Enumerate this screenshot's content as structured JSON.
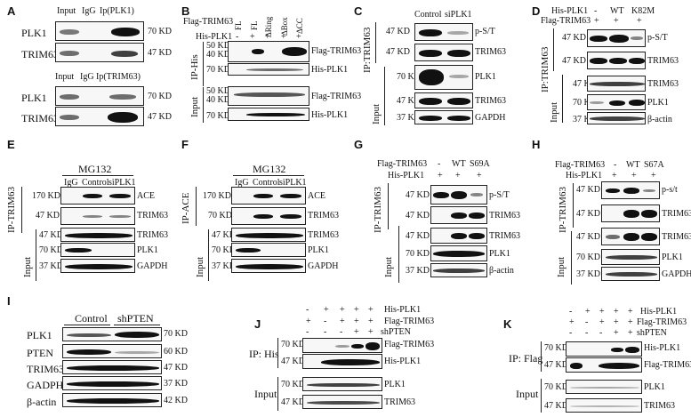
{
  "panels": {
    "A": {
      "letter": "A",
      "top_cols": [
        "Input",
        "IgG",
        "Ip(PLK1)"
      ],
      "bot_cols": [
        "Input",
        "IgG",
        "Ip(TRIM63)"
      ],
      "rows": [
        "PLK1",
        "TRIM63"
      ],
      "sizes": [
        "70 KD",
        "47 KD"
      ]
    },
    "B": {
      "letter": "B",
      "flag_label": "Flag-TRIM63",
      "his_label": "His-PLK1",
      "cols": [
        "FL",
        "FL",
        "ΔRing",
        "ΔBox",
        "ΔCC"
      ],
      "his_signs": [
        "-",
        "+",
        "+",
        "+",
        "+"
      ],
      "ip": "IP-His",
      "input": "Input",
      "m1": [
        "50 KD",
        "40 KD"
      ],
      "m2": "70 KD",
      "m3": [
        "50 KD",
        "40 KD"
      ],
      "m4": "70 KD",
      "r1": "Flag-TRIM63",
      "r2": "His-PLK1",
      "r3": "Flag-TRIM63",
      "r4": "His-PLK1"
    },
    "C": {
      "letter": "C",
      "cols": [
        "Control",
        "siPLK1"
      ],
      "ip": "IP:TRIM63",
      "input": "Input",
      "sizes": [
        "47 KD",
        "47 KD",
        "70 KD",
        "47 KD",
        "37 KD"
      ],
      "rows": [
        "p-S/T",
        "TRIM63",
        "PLK1",
        "TRIM63",
        "GAPDH"
      ]
    },
    "D": {
      "letter": "D",
      "his_label": "His-PLK1",
      "flag_label": "Flag-TRIM63",
      "his_cols": [
        "-",
        "WT",
        "K82M"
      ],
      "flag_signs": [
        "+",
        "+",
        "+"
      ],
      "ip": "IP:TRIM63",
      "input": "Input",
      "sizes": [
        "47 KD",
        "47 KD",
        "47 KD",
        "70 KD",
        "37 KD"
      ],
      "rows": [
        "p-S/T",
        "TRIM63",
        "TRIM63",
        "PLK1",
        "β-actin"
      ]
    },
    "E": {
      "letter": "E",
      "treat": "MG132",
      "cols": [
        "IgG",
        "Control",
        "siPLK1"
      ],
      "ip": "IP-TRIM63",
      "input": "Input",
      "sizes": [
        "170 KD",
        "47 KD",
        "47 KD",
        "70 KD",
        "37 KD"
      ],
      "rows": [
        "ACE",
        "TRIM63",
        "TRIM63",
        "PLK1",
        "GAPDH"
      ]
    },
    "F": {
      "letter": "F",
      "treat": "MG132",
      "cols": [
        "IgG",
        "Control",
        "siPLK1"
      ],
      "ip": "IP-ACE",
      "input": "Input",
      "sizes": [
        "170 KD",
        "70 KD",
        "47 KD",
        "70 KD",
        "37 KD"
      ],
      "rows": [
        "ACE",
        "TRIM63",
        "TRIM63",
        "PLK1",
        "GAPDH"
      ]
    },
    "G": {
      "letter": "G",
      "flag_label": "Flag-TRIM63",
      "his_label": "His-PLK1",
      "flag_cols": [
        "-",
        "WT",
        "S69A"
      ],
      "his_signs": [
        "+",
        "+",
        "+"
      ],
      "ip": "IP-TRIM63",
      "input": "Input",
      "sizes": [
        "47 KD",
        "47 KD",
        "47 KD",
        "70 KD",
        "37 KD"
      ],
      "rows": [
        "p-S/T",
        "TRIM63",
        "TRIM63",
        "PLK1",
        "β-actin"
      ]
    },
    "H": {
      "letter": "H",
      "flag_label": "Flag-TRIM63",
      "his_label": "His-PLK1",
      "flag_cols": [
        "-",
        "WT",
        "S67A"
      ],
      "his_signs": [
        "+",
        "+",
        "+"
      ],
      "ip": "IP-TRIM63",
      "input": "Input",
      "sizes": [
        "47 KD",
        "47 KD",
        "47 KD",
        "70 KD",
        "37 KD"
      ],
      "rows": [
        "p-s/t",
        "TRIM63",
        "TRIM63",
        "PLK1",
        "GAPDH"
      ]
    },
    "I": {
      "letter": "I",
      "groups": [
        "Control",
        "shPTEN"
      ],
      "rows": [
        "PLK1",
        "PTEN",
        "TRIM63",
        "GADPH",
        "β-actin"
      ],
      "sizes": [
        "70 KD",
        "60 KD",
        "47 KD",
        "37 KD",
        "42 KD"
      ]
    },
    "J": {
      "letter": "J",
      "labels": [
        "His-PLK1",
        "Flag-TRIM63",
        "shPTEN"
      ],
      "signs": [
        [
          "-",
          "+",
          "+",
          "+",
          "+"
        ],
        [
          "+",
          "-",
          "+",
          "+",
          "+"
        ],
        [
          "-",
          "-",
          "-",
          "+",
          "+"
        ]
      ],
      "ip": "IP: His",
      "input": "Input",
      "sizes": [
        "70 KD",
        "47 KD",
        "70 KD",
        "47 KD"
      ],
      "rows": [
        "Flag-TRIM63",
        "His-PLK1",
        "PLK1",
        "TRIM63"
      ]
    },
    "K": {
      "letter": "K",
      "labels": [
        "His-PLK1",
        "Flag-TRIM63",
        "shPTEN"
      ],
      "signs": [
        [
          "-",
          "+",
          "+",
          "+",
          "+"
        ],
        [
          "+",
          "-",
          "+",
          "+",
          "+"
        ],
        [
          "-",
          "-",
          "-",
          "+",
          "+"
        ]
      ],
      "ip": "IP: Flag",
      "input": "Input",
      "sizes": [
        "70 KD",
        "47 KD",
        "70 KD",
        "47 KD"
      ],
      "rows": [
        "His-PLK1",
        "Flag-TRIM63",
        "PLK1",
        "TRIM63"
      ]
    }
  }
}
